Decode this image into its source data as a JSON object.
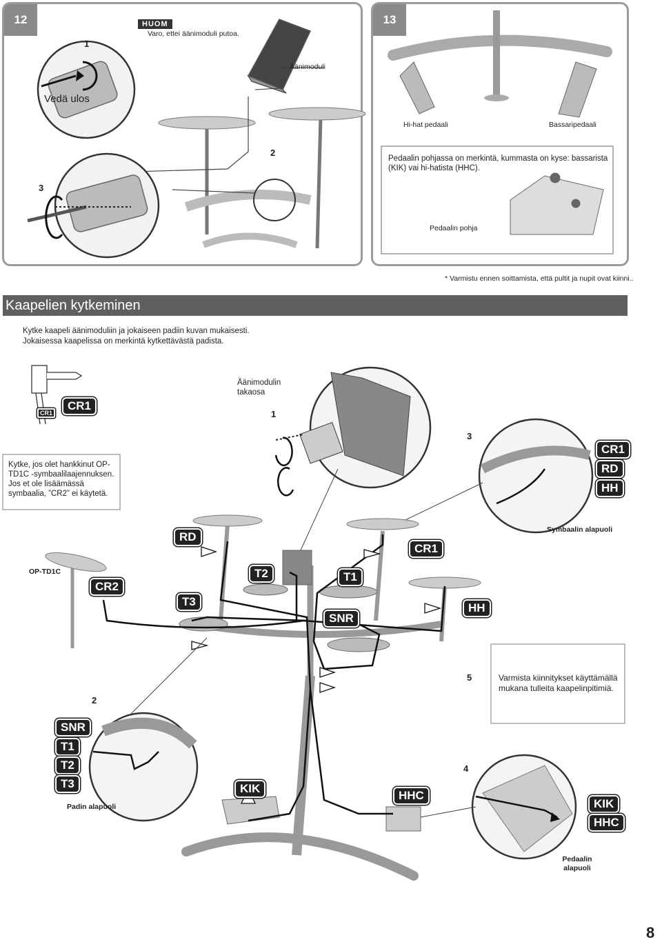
{
  "step12": {
    "number": "12",
    "huom_label": "HUOM",
    "huom_text": "Varo, ettei äänimoduli putoa.",
    "callout_1": "1",
    "callout_2": "2",
    "callout_3": "3",
    "pull_out": "Vedä ulos",
    "module_label": "Äänimoduli"
  },
  "step13": {
    "number": "13",
    "hihat_pedal": "Hi-hat pedaali",
    "bass_pedal": "Bassaripedaali",
    "pedal_note": "Pedaalin pohjassa on merkintä, kummasta on kyse: bassarista (KIK) vai hi-hatista (HHC).",
    "pedal_bottom": "Pedaalin pohja"
  },
  "footnote": "* Varmistu ennen soittamista, että pultit ja nupit ovat kiinni..",
  "section": {
    "title": "Kaapelien kytkeminen",
    "intro_line1": "Kytke kaapeli äänimoduliin ja jokaiseen padiin kuvan mukaisesti.",
    "intro_line2": "Jokaisessa kaapelissa on merkintä kytkettävästä padista."
  },
  "cable_diagram": {
    "plug_tag_small": "CR1",
    "plug_tag_large": "CR1",
    "module_rear_label": "Äänimodulin takaosa",
    "callout_1": "1",
    "callout_2": "2",
    "callout_3": "3",
    "callout_4": "4",
    "callout_5": "5",
    "option_note": "Kytke, jos olet hankkinut OP-TD1C -symbaalilaajennuksen. Jos et ole lisäämässä symbaalia, ”CR2” ei käytetä.",
    "cymbal_tags": [
      "CR1",
      "RD",
      "HH"
    ],
    "cymbal_underside": "Symbaalin alapuoli",
    "op_td1c": "OP-TD1C",
    "tag_rd": "RD",
    "tag_cr1": "CR1",
    "tag_cr2": "CR2",
    "tag_t2": "T2",
    "tag_t1": "T1",
    "tag_t3": "T3",
    "tag_snr": "SNR",
    "tag_hh": "HH",
    "tag_kik": "KIK",
    "tag_hhc": "HHC",
    "clamp_note": "Varmista kiinnitykset käyttämällä mukana tulleita kaapelinpitimiä.",
    "pad_tags": [
      "SNR",
      "T1",
      "T2",
      "T3"
    ],
    "pad_underside": "Padin alapuoli",
    "pedal_tags": [
      "KIK",
      "HHC"
    ],
    "pedal_underside": "Pedaalin alapuoli"
  },
  "page_number": "8",
  "colors": {
    "panel_border": "#9a9a9a",
    "badge": "#8a8a8a",
    "section_bar": "#5f5f5f",
    "tag_bg": "#222222"
  }
}
